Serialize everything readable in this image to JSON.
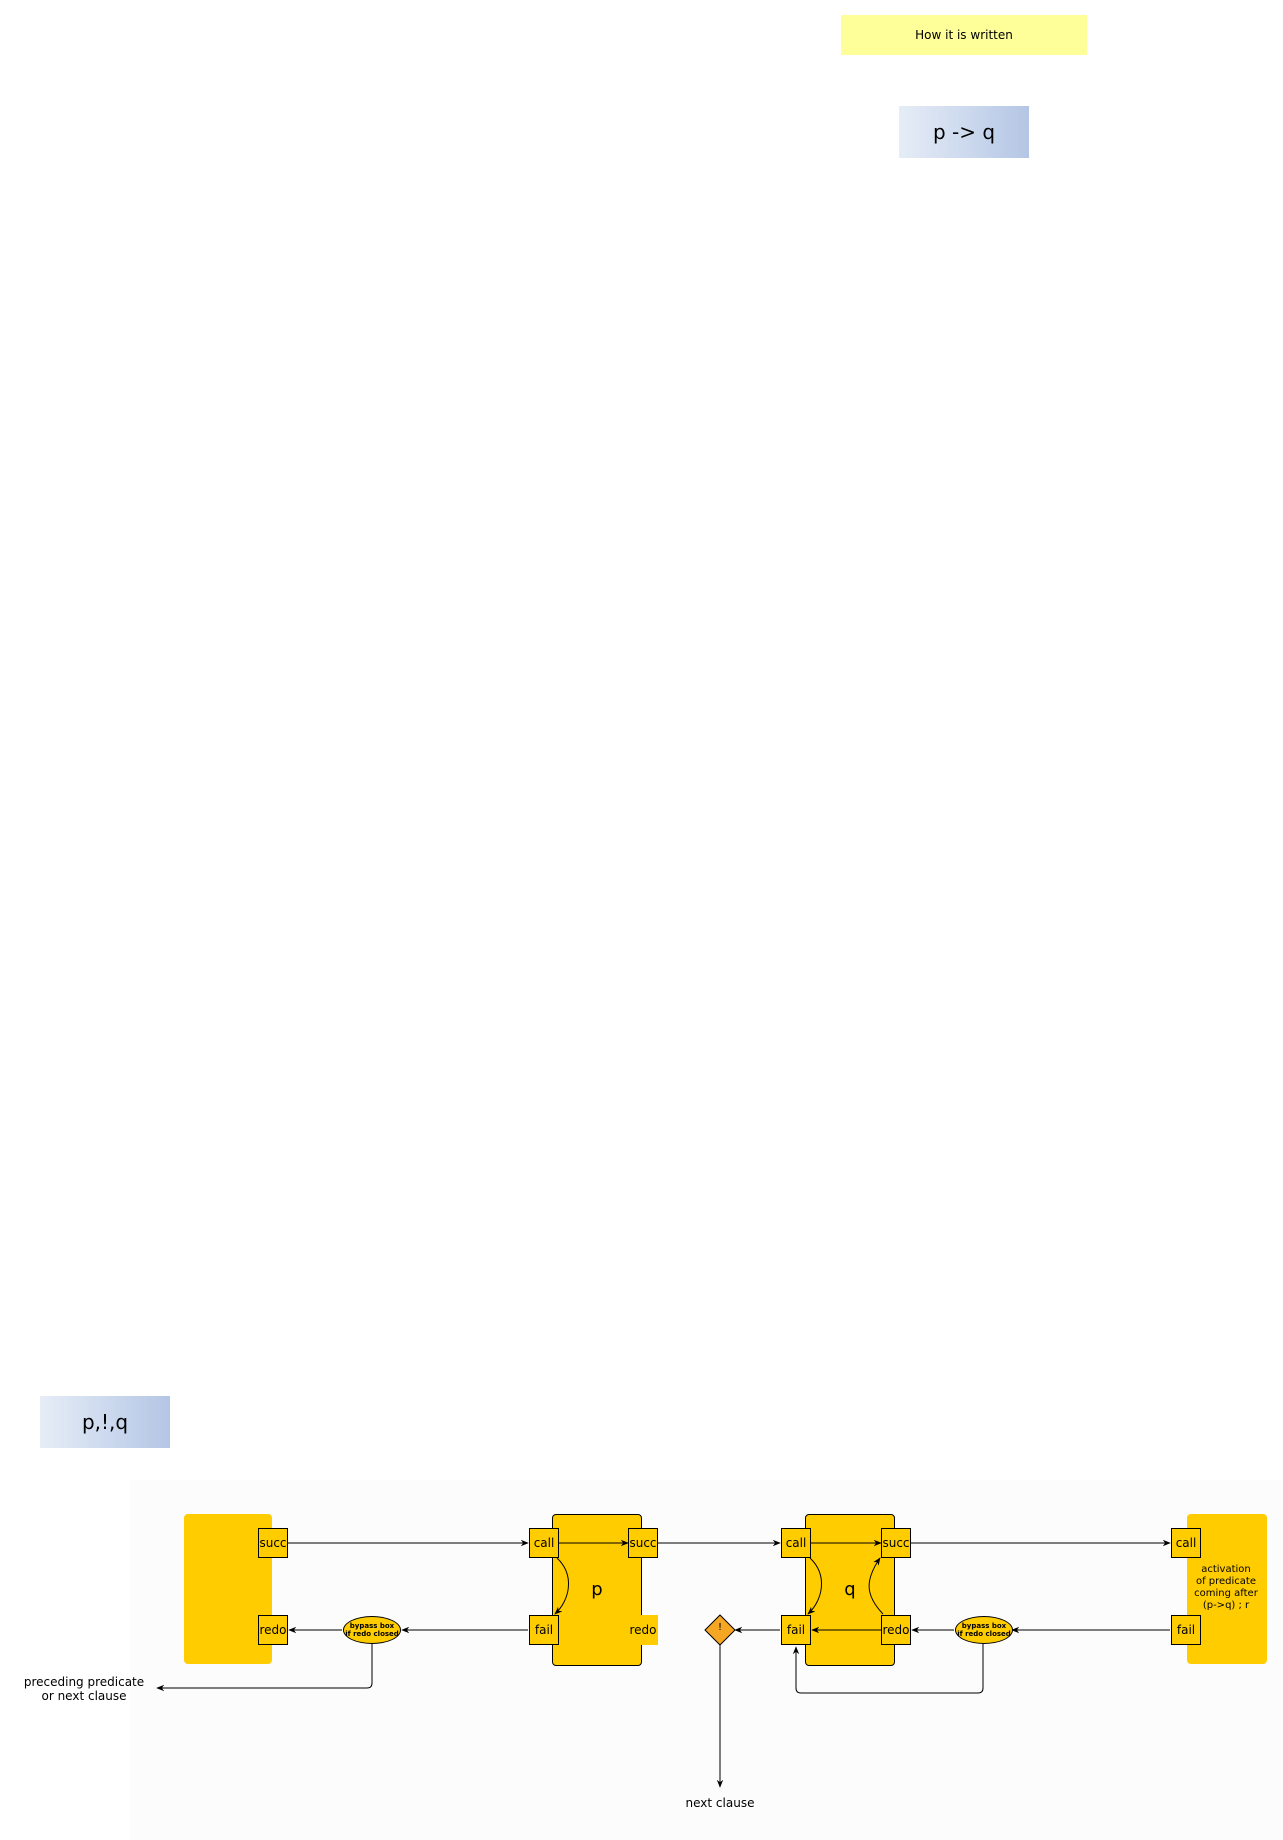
{
  "header": {
    "note": "How it is written",
    "title_pq": "p -> q",
    "title_pcq": "p,!,q"
  },
  "diagram": {
    "left_block": {
      "succ": "succ",
      "redo": "redo"
    },
    "p_block": {
      "name": "p",
      "call": "call",
      "succ": "succ",
      "fail": "fail",
      "redo": "redo"
    },
    "q_block": {
      "name": "q",
      "call": "call",
      "succ": "succ",
      "fail": "fail",
      "redo": "redo"
    },
    "right_block": {
      "call": "call",
      "fail": "fail",
      "activation_lines": [
        "activation",
        "of predicate",
        "coming after",
        "(p->q) ; r"
      ]
    },
    "bypass_left": [
      "bypass box",
      "if redo closed"
    ],
    "bypass_right": [
      "bypass box",
      "if redo closed"
    ],
    "cut": "!",
    "preceding_label": [
      "preceding predicate",
      "or next clause"
    ],
    "next_clause_label": "next clause"
  },
  "colors": {
    "block": "#ffcc00",
    "cut": "#f5a623",
    "note": "#ffff99"
  }
}
